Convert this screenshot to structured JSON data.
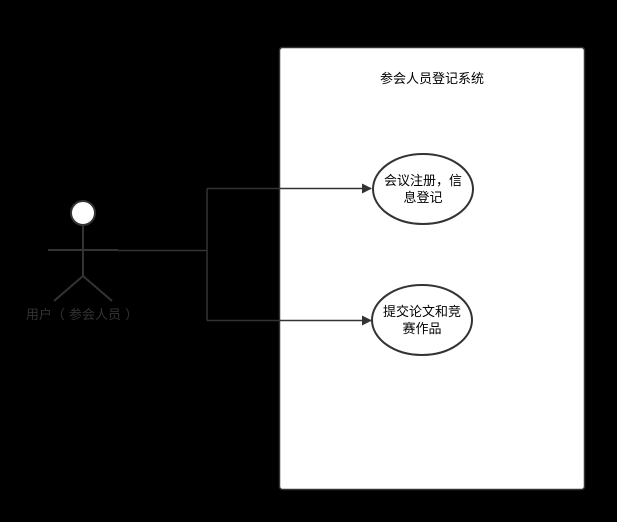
{
  "system": {
    "title": "参会人员登记系统"
  },
  "actor": {
    "label": "用户（ 参会人员 ）"
  },
  "use_cases": [
    {
      "label": "会议注册，信息登记"
    },
    {
      "label": "提交论文和竞赛作品"
    }
  ],
  "colors": {
    "background": "#000000",
    "system_fill": "#ffffff",
    "stroke": "#333333",
    "actor_head_fill": "#ffffff"
  }
}
